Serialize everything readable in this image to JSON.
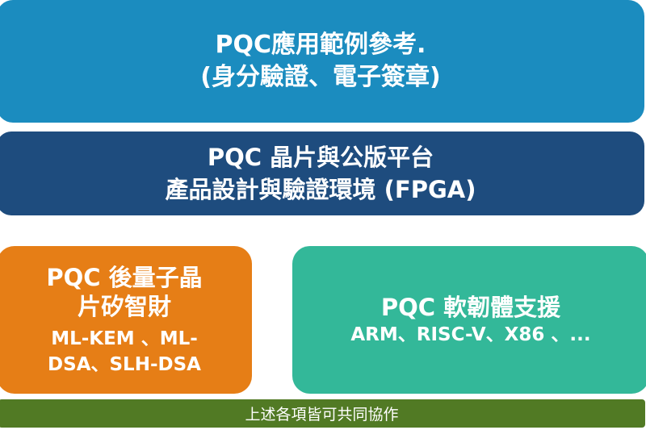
{
  "layers": {
    "applications": {
      "line1": "PQC應用範例參考.",
      "line2": "(身分驗證、電子簽章)",
      "color": "#1b8cbf"
    },
    "platform": {
      "line1": "PQC 晶片與公版平台",
      "line2": "產品設計與驗證環境 (FPGA)",
      "color": "#1e4c7e"
    },
    "ip": {
      "line1": "PQC 後量子晶",
      "line2": "片矽智財",
      "algo1": "ML-KEM 、ML-",
      "algo2": "DSA、SLH-DSA",
      "color": "#e67e16"
    },
    "firmware": {
      "title": "PQC 軟韌體支援",
      "platforms": "ARM、RISC-V、X86 、...",
      "color": "#33b899"
    },
    "footer": {
      "text": "上述各項皆可共同協作",
      "color": "#517a24"
    }
  }
}
